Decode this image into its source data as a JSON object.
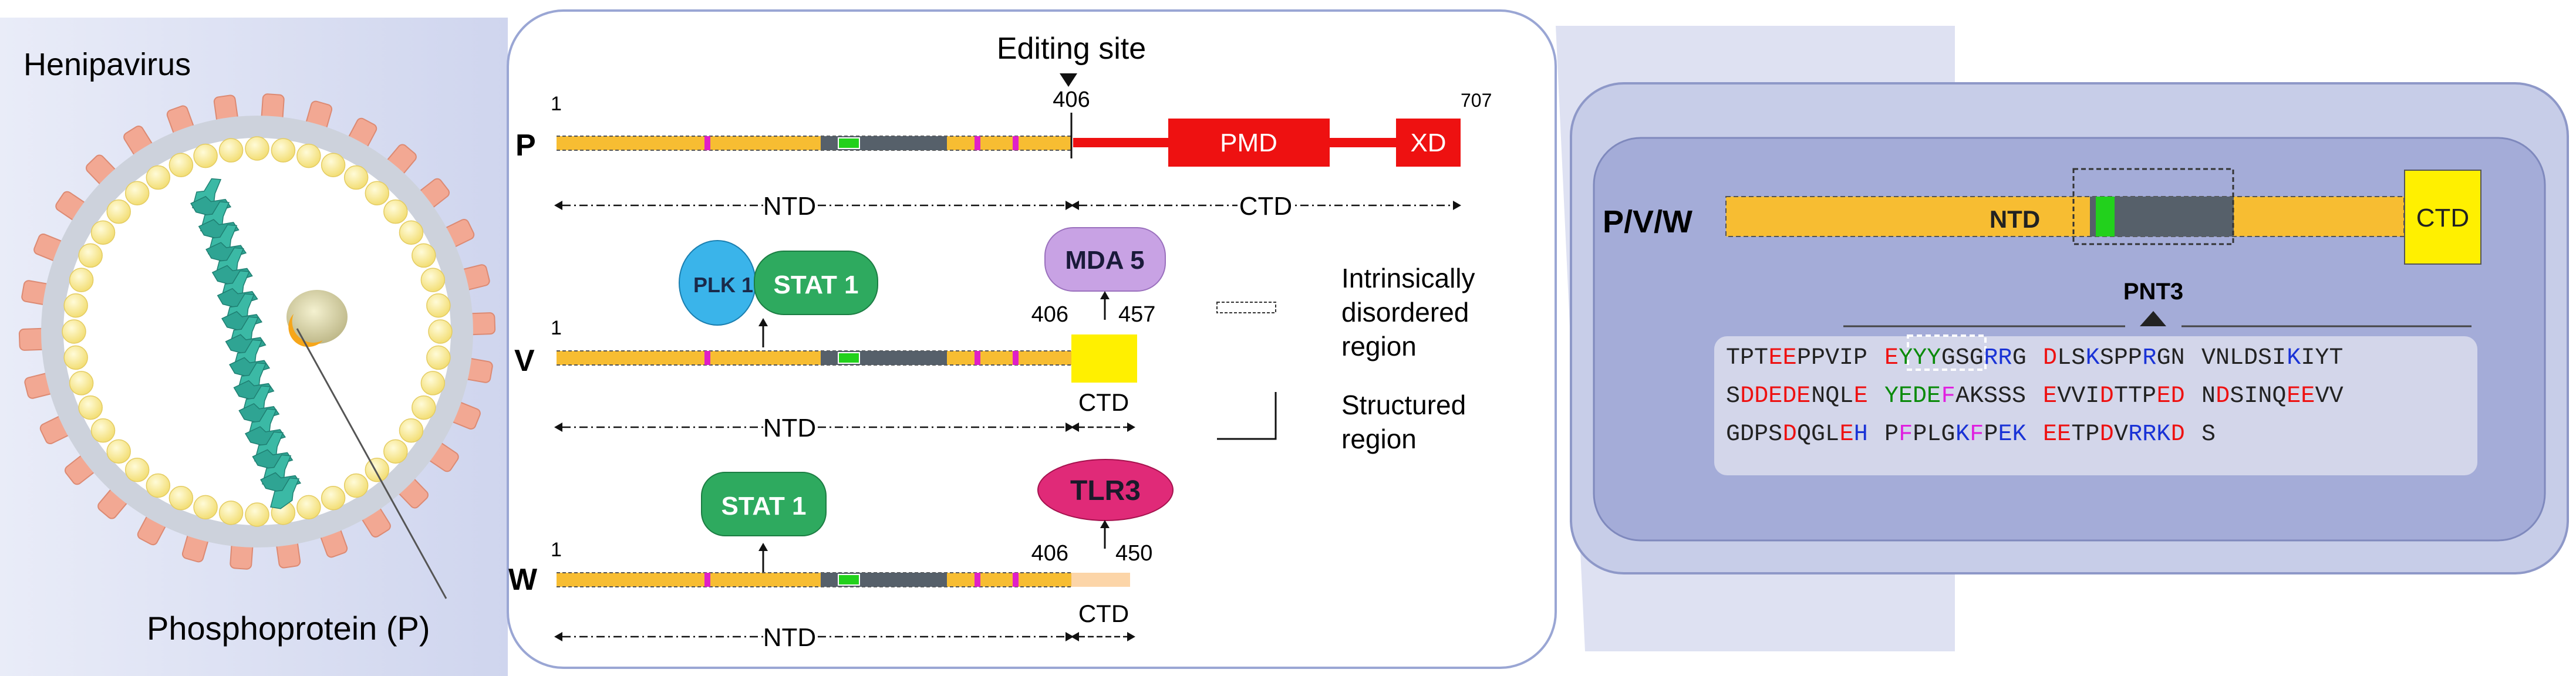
{
  "virus": {
    "title": "Henipavirus",
    "phosphoprotein_label": "Phosphoprotein (P)"
  },
  "middle": {
    "editing_site": "Editing site",
    "p": {
      "name": "P",
      "start": "1",
      "site": "406",
      "end": "707",
      "pmd": "PMD",
      "xd": "XD",
      "ntd": "NTD",
      "ctd": "CTD"
    },
    "v": {
      "name": "V",
      "start": "1",
      "site": "406",
      "end": "457",
      "ntd": "NTD",
      "ctd": "CTD",
      "plk1": "PLK 1",
      "stat1": "STAT 1",
      "mda5": "MDA 5"
    },
    "w": {
      "name": "W",
      "start": "1",
      "site": "406",
      "end": "450",
      "ntd": "NTD",
      "ctd": "CTD",
      "stat1": "STAT 1",
      "tlr3": "TLR3"
    },
    "legend": {
      "disordered_line1": "Intrinsically",
      "disordered_line2": "disordered",
      "disordered_line3": "region",
      "structured_line1": "Structured",
      "structured_line2": "region"
    }
  },
  "right": {
    "pvw_label": "P/V/W",
    "ntd": "NTD",
    "ctd": "CTD",
    "pnt3": "PNT3",
    "sequence_rows": [
      [
        [
          {
            "t": "TPT",
            "c": "k"
          },
          {
            "t": "EE",
            "c": "r"
          },
          {
            "t": "PPVIP",
            "c": "k"
          }
        ],
        [
          {
            "t": "E",
            "c": "r"
          },
          {
            "t": "YYY",
            "c": "g"
          },
          {
            "t": "GSG",
            "c": "k"
          },
          {
            "t": "RR",
            "c": "b"
          },
          {
            "t": "G",
            "c": "k"
          }
        ],
        [
          {
            "t": "D",
            "c": "r"
          },
          {
            "t": "LS",
            "c": "k"
          },
          {
            "t": "K",
            "c": "b"
          },
          {
            "t": "SPP",
            "c": "k"
          },
          {
            "t": "R",
            "c": "b"
          },
          {
            "t": "GN",
            "c": "k"
          }
        ],
        [
          {
            "t": "VNLDSI",
            "c": "k"
          },
          {
            "t": "K",
            "c": "b"
          },
          {
            "t": "IYT",
            "c": "k"
          }
        ]
      ],
      [
        [
          {
            "t": "S",
            "c": "k"
          },
          {
            "t": "DDEDE",
            "c": "r"
          },
          {
            "t": "NQL",
            "c": "k"
          },
          {
            "t": "E",
            "c": "r"
          }
        ],
        [
          {
            "t": "YEDE",
            "c": "g"
          },
          {
            "t": "F",
            "c": "m"
          },
          {
            "t": "AKSSS",
            "c": "k"
          }
        ],
        [
          {
            "t": "E",
            "c": "r"
          },
          {
            "t": "VVI",
            "c": "k"
          },
          {
            "t": "D",
            "c": "r"
          },
          {
            "t": "TTP",
            "c": "k"
          },
          {
            "t": "ED",
            "c": "r"
          }
        ],
        [
          {
            "t": "N",
            "c": "k"
          },
          {
            "t": "D",
            "c": "r"
          },
          {
            "t": "SINQ",
            "c": "k"
          },
          {
            "t": "EE",
            "c": "r"
          },
          {
            "t": "VV",
            "c": "k"
          }
        ]
      ],
      [
        [
          {
            "t": "GDPS",
            "c": "k"
          },
          {
            "t": "D",
            "c": "r"
          },
          {
            "t": "QGL",
            "c": "k"
          },
          {
            "t": "E",
            "c": "r"
          },
          {
            "t": "H",
            "c": "b"
          }
        ],
        [
          {
            "t": "P",
            "c": "k"
          },
          {
            "t": "F",
            "c": "m"
          },
          {
            "t": "PLG",
            "c": "k"
          },
          {
            "t": "K",
            "c": "b"
          },
          {
            "t": "F",
            "c": "m"
          },
          {
            "t": "P",
            "c": "k"
          },
          {
            "t": "EK",
            "c": "b"
          }
        ],
        [
          {
            "t": "EE",
            "c": "r"
          },
          {
            "t": "TP",
            "c": "k"
          },
          {
            "t": "D",
            "c": "r"
          },
          {
            "t": "V",
            "c": "k"
          },
          {
            "t": "RRK",
            "c": "b"
          },
          {
            "t": "D",
            "c": "r"
          }
        ],
        [
          {
            "t": "S",
            "c": "k"
          }
        ]
      ]
    ]
  },
  "colors": {
    "ntd": "#f7bd32",
    "dark_segment": "#56606a",
    "magenta": "#e020c8",
    "green_box": "#22d11c",
    "red": "#ee1111",
    "ctd_yellow": "#fff000",
    "w_ctd": "#fcd5a8",
    "panel": "#c7cde8",
    "inner_panel": "#a4acd8",
    "stat": "#2eaa5f",
    "plk": "#3ab4ea",
    "mda": "#c8a2e4",
    "tlr": "#e02a78",
    "seq_red": "#ee1111",
    "seq_blue": "#1a33d6",
    "seq_green": "#0a8a0a",
    "seq_magenta": "#e020e0"
  }
}
